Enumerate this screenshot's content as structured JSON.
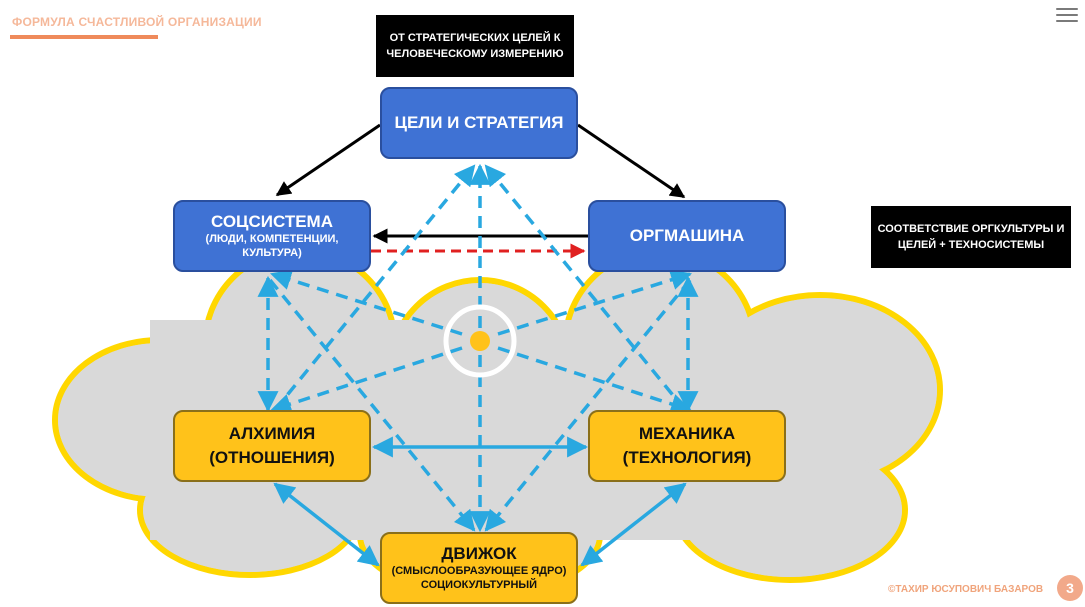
{
  "header": {
    "title": "ФОРМУЛА СЧАСТЛИВОЙ ОРГАНИЗАЦИИ"
  },
  "callouts": {
    "top": "ОТ СТРАТЕГИЧЕСКИХ ЦЕЛЕЙ К ЧЕЛОВЕЧЕСКОМУ ИЗМЕРЕНИЮ",
    "right": "СООТВЕТСТВИЕ ОРГКУЛЬТУРЫ И ЦЕЛЕЙ + ТЕХНОСИСТЕМЫ"
  },
  "nodes": {
    "goals": {
      "title": "ЦЕЛИ И СТРАТЕГИЯ"
    },
    "socsystem": {
      "title": "СОЦСИСТЕМА",
      "subtitle": "(ЛЮДИ, КОМПЕТЕНЦИИ, КУЛЬТУРА)"
    },
    "orgmachine": {
      "title": "ОРГМАШИНА"
    },
    "alchemy": {
      "line1": "АЛХИМИЯ",
      "line2": "(ОТНОШЕНИЯ)"
    },
    "mechanics": {
      "line1": "МЕХАНИКА",
      "line2": "(ТЕХНОЛОГИЯ)"
    },
    "engine": {
      "title": "ДВИЖОК",
      "subtitle": "(СМЫСЛООБРАЗУЮЩЕЕ ЯДРО) СОЦИОКУЛЬТУРНЫЙ"
    }
  },
  "colors": {
    "blue_node": "#3f72d4",
    "yellow_node": "#ffc21a",
    "cloud_fill": "#d9d9d9",
    "cloud_outline": "#ffd700",
    "dashed_arrow": "#29a8e0",
    "solid_arrow": "#000000",
    "red_dashed": "#e02020",
    "accent_orange": "#ef8a5b"
  },
  "footer": {
    "copyright": "©ТАХИР ЮСУПОВИЧ БАЗАРОВ",
    "page_number": "3"
  }
}
